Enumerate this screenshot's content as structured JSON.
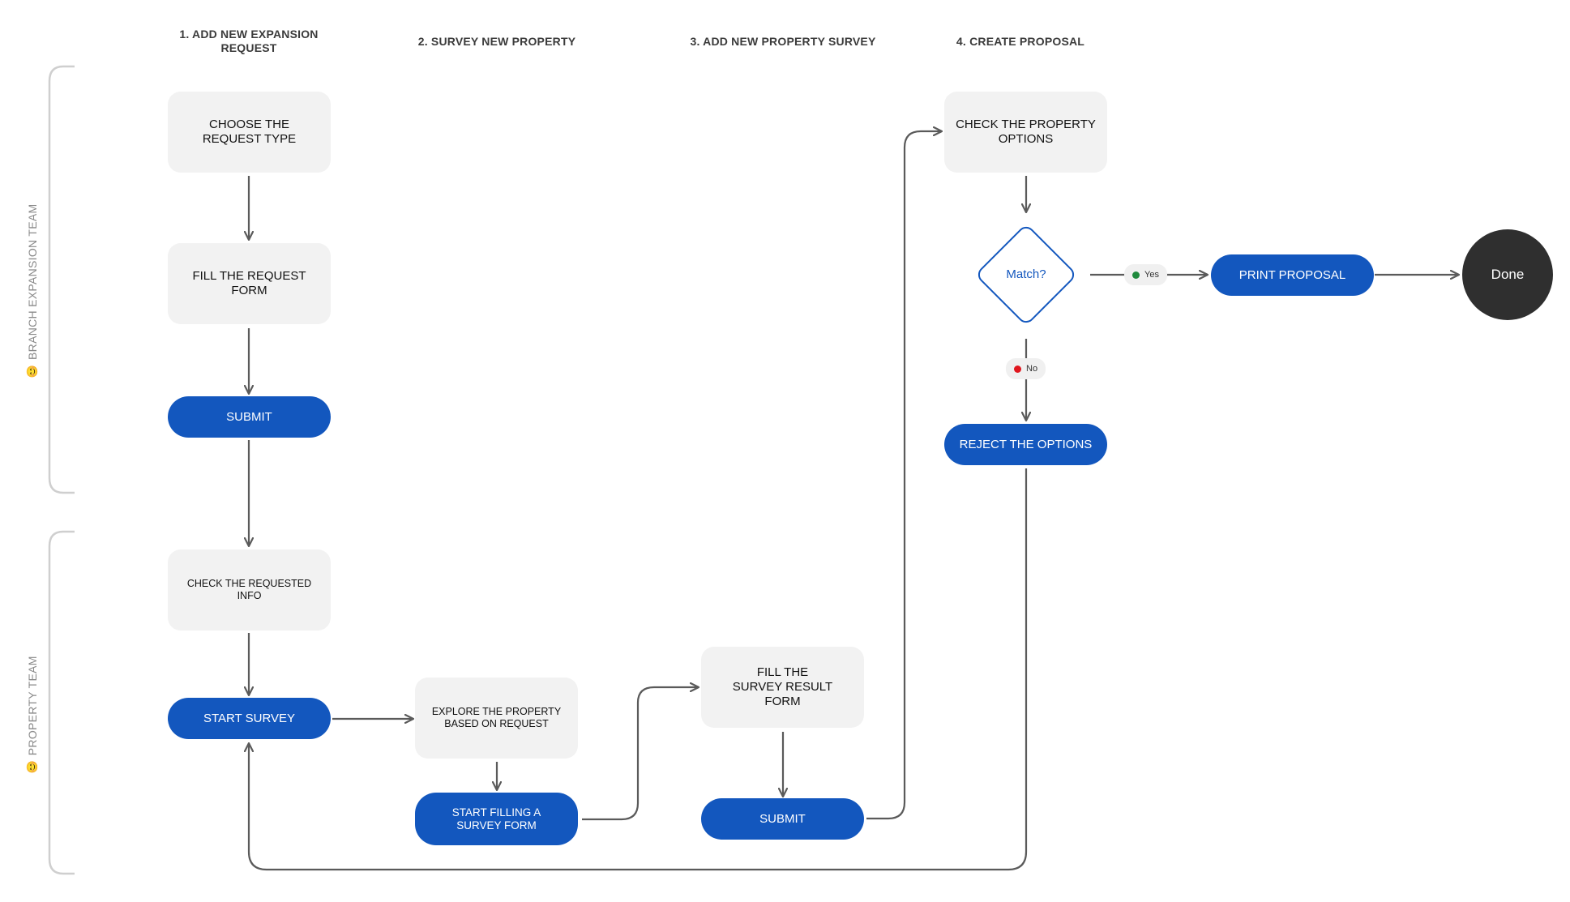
{
  "headers": {
    "col1": "1. ADD NEW EXPANSION REQUEST",
    "col2": "2. SURVEY NEW PROPERTY",
    "col3": "3. ADD NEW PROPERTY SURVEY",
    "col4": "4. CREATE PROPOSAL"
  },
  "lanes": {
    "branch": {
      "emoji": "😊",
      "label": "BRANCH EXPANSION TEAM"
    },
    "property": {
      "emoji": "😊",
      "label": "PROPERTY TEAM"
    }
  },
  "nodes": {
    "choose_request_type": "CHOOSE THE REQUEST TYPE",
    "fill_request_form": "FILL THE REQUEST FORM",
    "submit_request": "SUBMIT",
    "check_requested_info": "CHECK THE REQUESTED INFO",
    "start_survey": "START SURVEY",
    "explore_property": "EXPLORE THE PROPERTY BASED ON REQUEST",
    "start_filling_survey_form": "START FILLING A SURVEY FORM",
    "fill_survey_result_form": "FILL THE SURVEY RESULT FORM",
    "submit_survey": "SUBMIT",
    "check_property_options": "CHECK THE PROPERTY OPTIONS",
    "match_decision": "Match?",
    "print_proposal": "PRINT PROPOSAL",
    "reject_options": "REJECT THE OPTIONS",
    "done": "Done"
  },
  "edge_labels": {
    "yes": {
      "text": "Yes",
      "color": "#1f8a3d"
    },
    "no": {
      "text": "No",
      "color": "#e0161e"
    }
  },
  "colors": {
    "accent": "#1357be",
    "box_bg": "#f2f2f2",
    "connector": "#5a5a5a",
    "done_bg": "#2f2f2f"
  }
}
